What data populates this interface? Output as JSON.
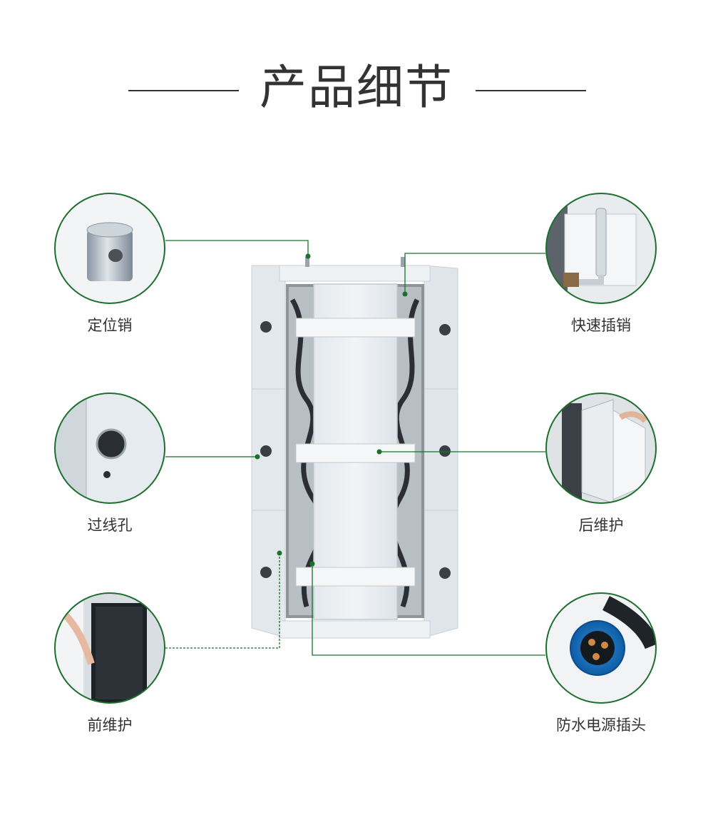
{
  "page": {
    "title": "产品细节"
  },
  "colors": {
    "accent_green": "#1d6f2e",
    "title_text": "#333333",
    "panel_white": "#e9eef1",
    "panel_edge": "#c9d0d4"
  },
  "details": {
    "locating_pin": {
      "label": "定位销",
      "icon": "locating-pin-icon"
    },
    "wire_hole": {
      "label": "过线孔",
      "icon": "wire-hole-icon"
    },
    "front_maintenance": {
      "label": "前维护",
      "icon": "front-maintenance-icon"
    },
    "quick_latch": {
      "label": "快速插销",
      "icon": "quick-latch-icon"
    },
    "rear_maintenance": {
      "label": "后维护",
      "icon": "rear-maintenance-icon"
    },
    "waterproof_plug": {
      "label": "防水电源插头",
      "icon": "waterproof-plug-icon"
    }
  }
}
